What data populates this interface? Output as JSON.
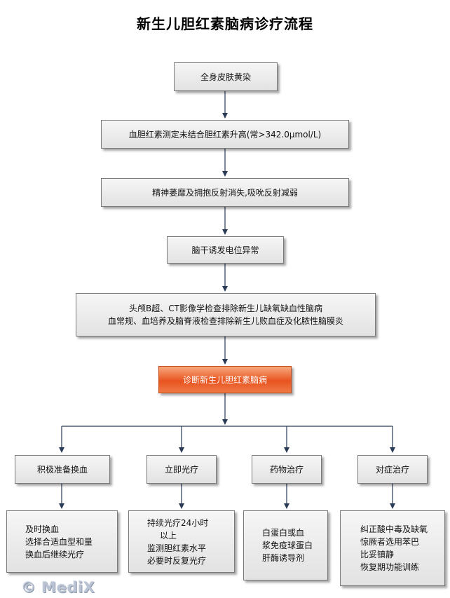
{
  "title": "新生儿胆红素脑病诊疗流程",
  "steps": {
    "s1": "全身皮肤黄染",
    "s2": "血胆红素测定未结合胆红素升高(常>342.0μmol/L)",
    "s3": "精神萎靡及拥抱反射消失,吸吮反射减弱",
    "s4": "脑干诱发电位异常",
    "s5_line1": "头颅B超、CT影像学检查排除新生儿缺氧缺血性脑病",
    "s5_line2": "血常规、血培养及脑脊液检查排除新生儿败血症及化脓性脑膜炎",
    "diagnosis": "诊断新生儿胆红素脑病"
  },
  "branches": [
    {
      "label": "积极准备换血",
      "details": [
        "及时换血",
        "选择合适血型和量",
        "换血后继续光疗"
      ]
    },
    {
      "label": "立即光疗",
      "details": [
        "持续光疗24小时",
        "以上",
        "监测胆红素水平",
        "必要时反复光疗"
      ]
    },
    {
      "label": "药物治疗",
      "details": [
        "白蛋白或血",
        "浆免疫球蛋白",
        "肝酶诱导剂"
      ]
    },
    {
      "label": "对症治疗",
      "details": [
        "纠正酸中毒及缺氧",
        "惊厥者选用苯巴",
        "比妥镇静",
        "恢复期功能训练"
      ]
    }
  ],
  "logo_text": "© MediX",
  "colors": {
    "accent": "#e8531f",
    "connector": "#2a3a55",
    "box_border": "#7a7a7a"
  }
}
